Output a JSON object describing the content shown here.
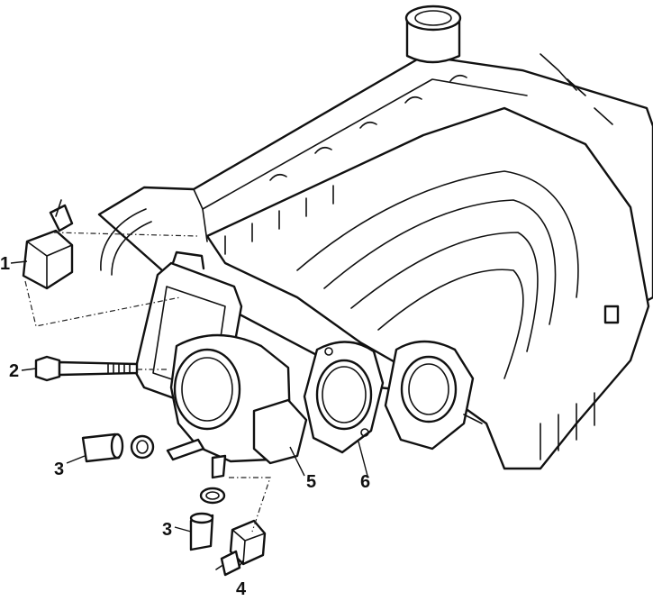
{
  "callouts": {
    "c1": "1",
    "c2": "2",
    "c3a": "3",
    "c3b": "3",
    "c4": "4",
    "c5": "5",
    "c6": "6"
  }
}
